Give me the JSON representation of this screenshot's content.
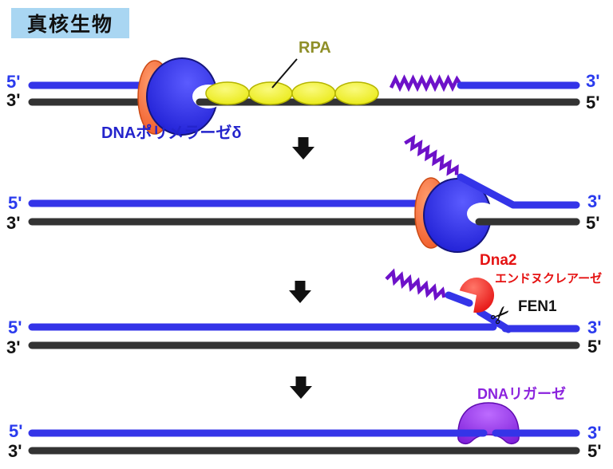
{
  "title": "真核生物",
  "labels": {
    "rpa": "RPA",
    "polymerase": "DNAポリメラーゼδ",
    "dna2": "Dna2",
    "dna2_sub": "エンドヌクレアーゼ",
    "fen1": "FEN1",
    "ligase": "DNAリガーゼ"
  },
  "icons": {
    "scissors": "✂"
  },
  "rows": [
    {
      "left_top": "5'",
      "left_bottom": "3'",
      "right_top": "3'",
      "right_bottom": "5'"
    },
    {
      "left_top": "5'",
      "left_bottom": "3'",
      "right_top": "3'",
      "right_bottom": "5'"
    },
    {
      "left_top": "5'",
      "left_bottom": "3'",
      "right_top": "3'",
      "right_bottom": "5'"
    },
    {
      "left_top": "5'",
      "left_bottom": "3'",
      "right_top": "3'",
      "right_bottom": "5'"
    }
  ],
  "colors": {
    "strand_top": "#3434e8",
    "strand_bottom": "#333333",
    "primer": "#6d11c9",
    "polymerase_body": "#1c1cd2",
    "clamp": "#f05a28",
    "rpa_fill": "#e9e911",
    "dna2_fill": "#e51212",
    "ligase_fill": "#7d1ed8",
    "title_bg": "#a9d6f2",
    "label_blue_end": "#2a3bee",
    "label_rpa": "#8f8f28",
    "label_polymerase": "#2424cc",
    "label_dna2": "#e51212",
    "label_ligase": "#8b22dd",
    "arrow": "#111111"
  }
}
